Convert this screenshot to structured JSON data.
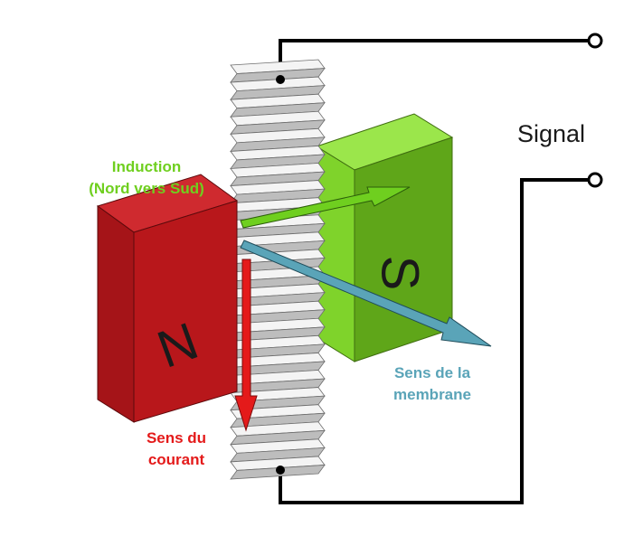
{
  "labels": {
    "signal": "Signal",
    "induction_line1": "Induction",
    "induction_line2": "(Nord vers Sud)",
    "membrane_line1": "Sens de la",
    "membrane_line2": "membrane",
    "courant_line1": "Sens du",
    "courant_line2": "courant"
  },
  "poles": {
    "north": "N",
    "south": "S"
  },
  "colors": {
    "north_magnet_front": "#b8171b",
    "north_magnet_side": "#8c0f12",
    "south_magnet_front": "#5fa619",
    "south_magnet_side": "#7fd32b",
    "membrane": "#dcdcdc",
    "induction": "#6fcf1f",
    "membrane_direction": "#5aa4b8",
    "current": "#e41a1a",
    "wire": "#000000"
  }
}
